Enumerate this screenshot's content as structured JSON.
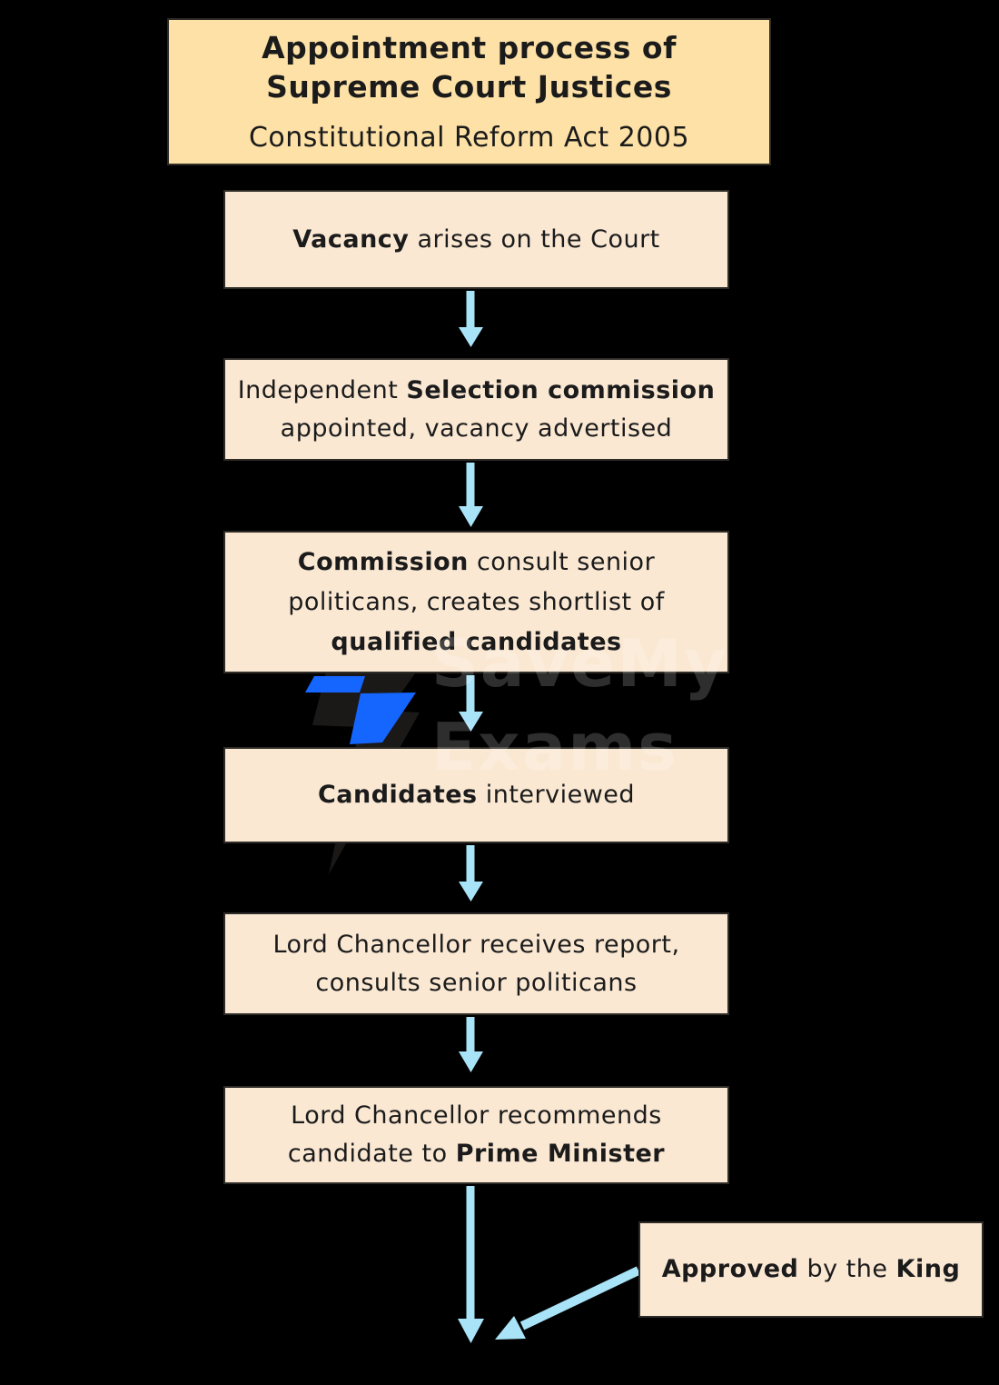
{
  "page": {
    "background": "#000000"
  },
  "colors": {
    "page_bg": "#000000",
    "title_box_bg": "#FDE1A6",
    "box_bg": "#FAE8D3",
    "border_color": "#2F2C28",
    "text_color": "#1B1B1B",
    "arrow_color": "#A9E3F8",
    "bolt_blue": "#1565FF"
  },
  "header": {
    "title_line1": "Appointment process of",
    "title_line2": "Supreme Court Justices",
    "subtitle": "Constitutional Reform Act 2005"
  },
  "flow": {
    "boxes": [
      {
        "id": "vacancy",
        "lines": [
          [
            {
              "t": "Vacancy",
              "b": true
            },
            {
              "t": " arises on the Court",
              "b": false
            }
          ]
        ]
      },
      {
        "id": "commission-appointed",
        "lines": [
          [
            {
              "t": "Independent ",
              "b": false
            },
            {
              "t": "Selection commission",
              "b": true
            }
          ],
          [
            {
              "t": "appointed, vacancy advertised",
              "b": false
            }
          ]
        ]
      },
      {
        "id": "shortlist",
        "lines": [
          [
            {
              "t": "Commission",
              "b": true
            },
            {
              "t": " consult senior",
              "b": false
            }
          ],
          [
            {
              "t": "politicans, creates shortlist of",
              "b": false
            }
          ],
          [
            {
              "t": "qualified candidates",
              "b": true
            }
          ]
        ]
      },
      {
        "id": "interview",
        "lines": [
          [
            {
              "t": "Candidates",
              "b": true
            },
            {
              "t": " interviewed",
              "b": false
            }
          ]
        ]
      },
      {
        "id": "report",
        "lines": [
          [
            {
              "t": "Lord Chancellor receives report,",
              "b": false
            }
          ],
          [
            {
              "t": "consults senior politicans",
              "b": false
            }
          ]
        ]
      },
      {
        "id": "recommend",
        "lines": [
          [
            {
              "t": "Lord Chancellor recommends",
              "b": false
            }
          ],
          [
            {
              "t": "candidate to ",
              "b": false
            },
            {
              "t": "Prime Minister",
              "b": true
            }
          ]
        ]
      },
      {
        "id": "king",
        "lines": [
          [
            {
              "t": "Approved",
              "b": true
            },
            {
              "t": " by the ",
              "b": false
            },
            {
              "t": "King",
              "b": true
            }
          ]
        ]
      }
    ]
  },
  "watermark": {
    "line1": "SaveMy",
    "line2": "Exams",
    "logo": "lightning-bolt-icon"
  }
}
